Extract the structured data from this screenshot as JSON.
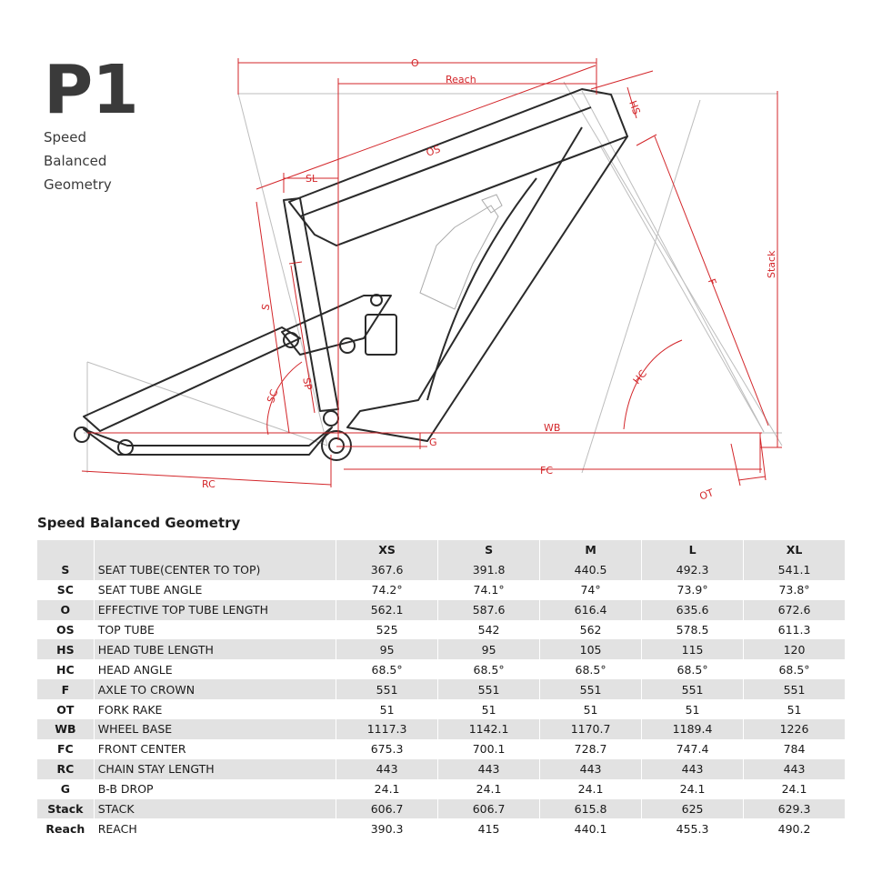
{
  "brand": {
    "model": "P1",
    "subtitle_lines": [
      "Speed",
      "Balanced",
      "Geometry"
    ]
  },
  "diagram": {
    "labels": {
      "O": "O",
      "Reach": "Reach",
      "HS": "HS",
      "OS": "OS",
      "SL": "SL",
      "Stack": "Stack",
      "F": "F",
      "S": "S",
      "SC": "SC",
      "SP": "SP",
      "HC": "HC",
      "WB": "WB",
      "G": "G",
      "FC": "FC",
      "RC": "RC",
      "OT": "OT"
    },
    "colors": {
      "dimension": "#d3262a",
      "frame": "#2a2a2a",
      "construction": "#b9b9b9"
    }
  },
  "table": {
    "title": "Speed Balanced Geometry",
    "sizes": [
      "XS",
      "S",
      "M",
      "L",
      "XL"
    ],
    "rows": [
      {
        "abbr": "S",
        "name": "SEAT TUBE(CENTER TO TOP)",
        "values": [
          "367.6",
          "391.8",
          "440.5",
          "492.3",
          "541.1"
        ]
      },
      {
        "abbr": "SC",
        "name": "SEAT TUBE ANGLE",
        "values": [
          "74.2°",
          "74.1°",
          "74°",
          "73.9°",
          "73.8°"
        ]
      },
      {
        "abbr": "O",
        "name": "EFFECTIVE TOP TUBE LENGTH",
        "values": [
          "562.1",
          "587.6",
          "616.4",
          "635.6",
          "672.6"
        ]
      },
      {
        "abbr": "OS",
        "name": "TOP TUBE",
        "values": [
          "525",
          "542",
          "562",
          "578.5",
          "611.3"
        ]
      },
      {
        "abbr": "HS",
        "name": "HEAD TUBE LENGTH",
        "values": [
          "95",
          "95",
          "105",
          "115",
          "120"
        ]
      },
      {
        "abbr": "HC",
        "name": "HEAD ANGLE",
        "values": [
          "68.5°",
          "68.5°",
          "68.5°",
          "68.5°",
          "68.5°"
        ]
      },
      {
        "abbr": "F",
        "name": "AXLE TO CROWN",
        "values": [
          "551",
          "551",
          "551",
          "551",
          "551"
        ]
      },
      {
        "abbr": "OT",
        "name": "FORK RAKE",
        "values": [
          "51",
          "51",
          "51",
          "51",
          "51"
        ]
      },
      {
        "abbr": "WB",
        "name": "WHEEL BASE",
        "values": [
          "1117.3",
          "1142.1",
          "1170.7",
          "1189.4",
          "1226"
        ]
      },
      {
        "abbr": "FC",
        "name": "FRONT CENTER",
        "values": [
          "675.3",
          "700.1",
          "728.7",
          "747.4",
          "784"
        ]
      },
      {
        "abbr": "RC",
        "name": "CHAIN STAY LENGTH",
        "values": [
          "443",
          "443",
          "443",
          "443",
          "443"
        ]
      },
      {
        "abbr": "G",
        "name": "B-B DROP",
        "values": [
          "24.1",
          "24.1",
          "24.1",
          "24.1",
          "24.1"
        ]
      },
      {
        "abbr": "Stack",
        "name": "STACK",
        "values": [
          "606.7",
          "606.7",
          "615.8",
          "625",
          "629.3"
        ]
      },
      {
        "abbr": "Reach",
        "name": "REACH",
        "values": [
          "390.3",
          "415",
          "440.1",
          "455.3",
          "490.2"
        ]
      }
    ]
  }
}
